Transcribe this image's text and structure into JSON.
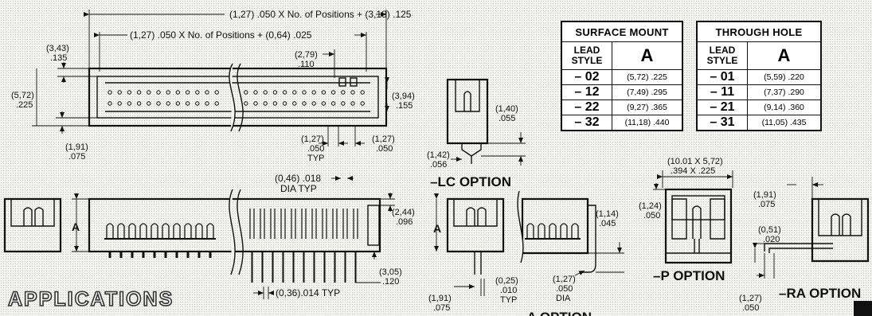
{
  "tables": {
    "surface": {
      "title": "SURFACE MOUNT",
      "lead_header": "LEAD STYLE",
      "a_header": "A",
      "rows": [
        {
          "code": "– 02",
          "value": "(5,72) .225"
        },
        {
          "code": "– 12",
          "value": "(7,49) .295"
        },
        {
          "code": "– 22",
          "value": "(9,27) .365"
        },
        {
          "code": "– 32",
          "value": "(11,18) .440"
        }
      ]
    },
    "through": {
      "title": "THROUGH HOLE",
      "lead_header": "LEAD STYLE",
      "a_header": "A",
      "rows": [
        {
          "code": "– 01",
          "value": "(5,59) .220"
        },
        {
          "code": "– 11",
          "value": "(7,37) .290"
        },
        {
          "code": "– 21",
          "value": "(9,14) .360"
        },
        {
          "code": "– 31",
          "value": "(11,05) .435"
        }
      ]
    }
  },
  "top_view": {
    "dim_overall": "(1,27) .050 X No. of Positions + (3,18) .125",
    "dim_inner": "(1,27) .050 X No. of Positions + (0,64) .025",
    "dim_343_mm": "(3,43)",
    "dim_343_in": ".135",
    "dim_279_mm": "(2,79)",
    "dim_279_in": ".110",
    "dim_572_mm": "(5,72)",
    "dim_572_in": ".225",
    "dim_394_mm": "(3,94)",
    "dim_394_in": ".155",
    "dim_191_mm": "(1,91)",
    "dim_191_in": ".075",
    "dim_pitch_mm": "(1,27)",
    "dim_pitch_in": ".050",
    "dim_pitch_typ": "TYP",
    "dim_end_mm": "(1,27)",
    "dim_end_in": ".050"
  },
  "lc_option": {
    "label": "–LC OPTION",
    "dim_140_mm": "(1,40)",
    "dim_140_in": ".055",
    "dim_142_mm": "(1,42)",
    "dim_142_in": ".056"
  },
  "side_view": {
    "a_label": "A",
    "dim_046": "(0,46) .018",
    "dim_046_typ": "DIA TYP",
    "dim_244_mm": "(2,44)",
    "dim_244_in": ".096",
    "dim_305_mm": "(3,05)",
    "dim_305_in": ".120",
    "dim_036": "(0,36).014 TYP"
  },
  "a_option": {
    "a_label": "A",
    "label": "–A OPTION",
    "dim_114_mm": "(1,14)",
    "dim_114_in": ".045",
    "dim_191_mm": "(1,91)",
    "dim_191_in": ".075",
    "dim_025_mm": "(0,25)",
    "dim_025_in": ".010",
    "dim_025_typ": "TYP",
    "dim_127_mm": "(1,27)",
    "dim_127_in": ".050",
    "dim_127_dia": "DIA"
  },
  "p_option": {
    "label": "–P OPTION",
    "dim_top_mm": "(10.01 X 5,72)",
    "dim_top_in": ".394 X .225",
    "dim_124_mm": "(1,24)",
    "dim_124_in": ".050"
  },
  "ra_option": {
    "label": "–RA OPTION",
    "dim_191_mm": "(1,91)",
    "dim_191_in": ".075",
    "dim_051_mm": "(0,51)",
    "dim_051_in": ".020",
    "dim_127_mm": "(1,27)",
    "dim_127_in": ".050"
  },
  "applications": "APPLICATIONS",
  "colors": {
    "ink": "#111111",
    "paper": "#f3f3f0",
    "table_bg": "#ffffff"
  }
}
